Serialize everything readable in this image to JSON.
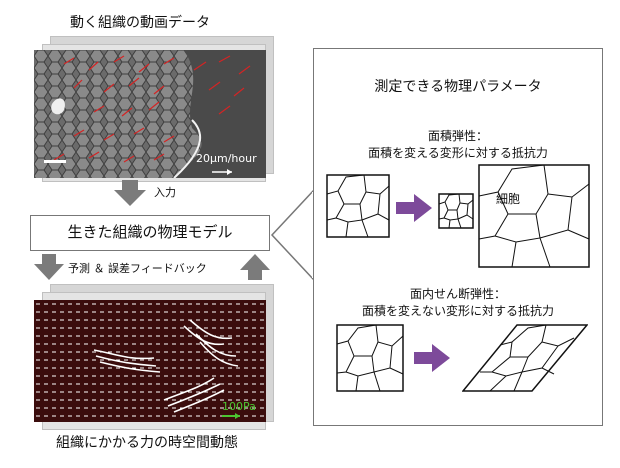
{
  "top_image_title": "動く組織の動画データ",
  "scale_label": "20μm/hour",
  "input_label": "入力",
  "model_label": "生きた組織の物理モデル",
  "feedback_label": "予測 ＆ 誤差フィードバック",
  "force_scale_label": "100Pa",
  "bottom_image_title": "組織にかかる力の時空間動態",
  "params_title": "測定できる物理パラメータ",
  "area_elasticity_line1": "面積弾性：",
  "area_elasticity_line2": "面積を変える変形に対する抵抗力",
  "cell_label": "細胞",
  "shear_elasticity_line1": "面内せん断弾性：",
  "shear_elasticity_line2": "面積を変えない変形に対する抵抗力",
  "colors": {
    "accent_purple": "#7d4a9a",
    "arrow_gray": "#7b7b7b",
    "force_scale_green": "#4cc531",
    "force_bg": "#3b0d0d"
  }
}
